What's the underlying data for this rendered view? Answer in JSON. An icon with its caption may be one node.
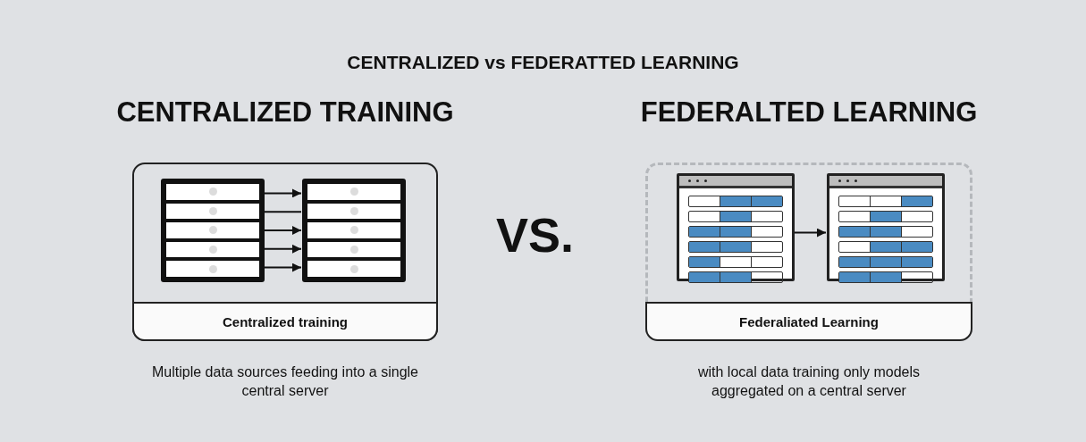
{
  "diagram": {
    "title": "CENTRALIZED vs FEDERATTED LEARNING",
    "nodes": [
      {
        "text": [
          "CENTRALIZED TRAINING",
          "Centralized training"
        ],
        "beside": [
          "Multiple data sources feeding into a single central server"
        ]
      },
      {
        "text": [],
        "shape": "box",
        "in": 0
      },
      {
        "text": [],
        "shape": "box",
        "in": 0
      },
      {
        "text": [
          "FEDERALTED LEARNING",
          "Federaliated Learning"
        ],
        "beside": [
          "with local data training only models aggregated on a central server"
        ]
      },
      {
        "text": [],
        "shape": "box",
        "in": 3
      },
      {
        "text": [],
        "shape": "box",
        "in": 3
      }
    ],
    "edges": [
      {
        "from": 1,
        "to": 2,
        "arrow": "to"
      },
      {
        "from": 1,
        "to": 2,
        "arrow": "none"
      },
      {
        "from": 1,
        "to": 2,
        "arrow": "to"
      },
      {
        "from": 1,
        "to": 2,
        "arrow": "to"
      },
      {
        "from": 1,
        "to": 2,
        "arrow": "to"
      },
      {
        "from": 4,
        "to": 5,
        "arrow": "to"
      }
    ],
    "labels": [
      "VS."
    ]
  }
}
